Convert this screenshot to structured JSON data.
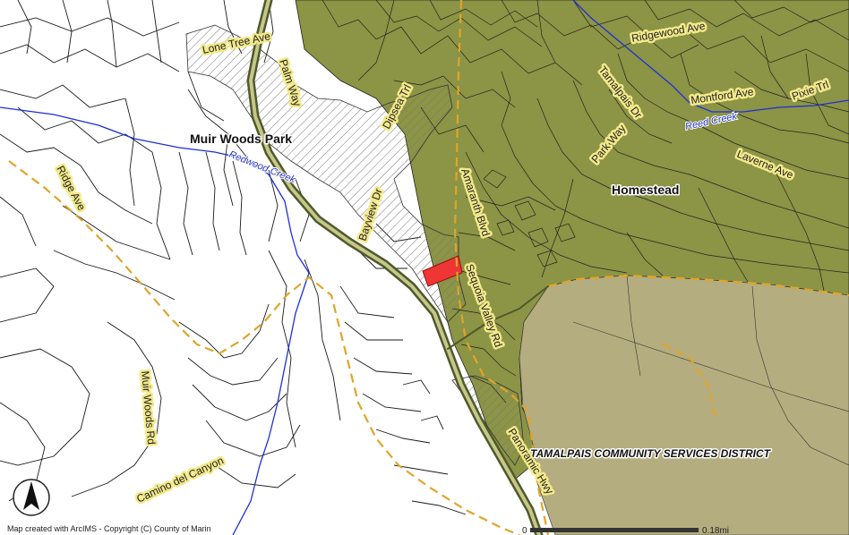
{
  "map": {
    "colors": {
      "background": "#ffffff",
      "green_zone": "#8c9445",
      "district_zone": "#b4ad7f",
      "road_highlight": "#f3e98a",
      "road_casing": "#4d5a2a",
      "creek": "#1f2fd6",
      "boundary": "#e0a52a",
      "parcel_line": "#1a1a1a",
      "selected_parcel": "#f03535"
    },
    "places": {
      "muir_woods_park": "Muir Woods Park",
      "homestead": "Homestead"
    },
    "district_label": "TAMALPAIS COMMUNITY SERVICES DISTRICT",
    "roads": {
      "lone_tree_ave": "Lone Tree Ave",
      "palm_way": "Palm Way",
      "dipsea_trl": "Dipsea Trl",
      "bayview_dr": "Bayview Dr",
      "amaranth_blvd": "Amaranth Blvd",
      "sequoia_valley_rd": "Sequoia Valley Rd",
      "panoramic_hwy": "Panoramic Hwy",
      "ridge_ave": "Ridge Ave",
      "muir_woods_rd": "Muir Woods Rd",
      "camino_del_canyon": "Camino del Canyon",
      "ridgewood_ave": "Ridgewood Ave",
      "tamalpais_dr": "Tamalpais Dr",
      "montford_ave": "Montford Ave",
      "pixie_trl": "Pixie Trl",
      "park_way": "Park Way",
      "laverne_ave": "Laverne Ave"
    },
    "creeks": {
      "redwood_creek": "Redwood Creek",
      "reed_creek": "Reed Creek"
    },
    "north_arrow_icon": "north-arrow-icon",
    "credit": "Map created with ArcIMS - Copyright (C) County of Marin",
    "scale_bar": {
      "start_label": "0",
      "end_label": "0.18mi"
    }
  }
}
